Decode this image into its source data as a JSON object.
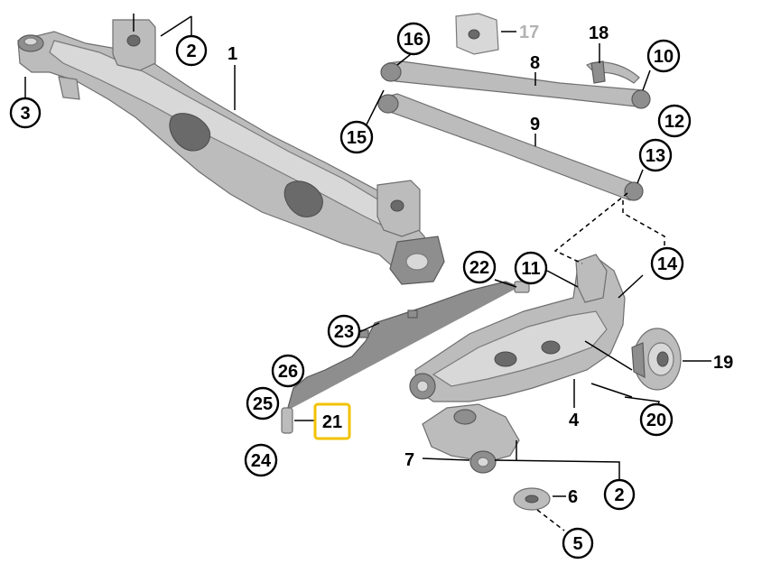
{
  "diagram": {
    "highlight_color": "#f2c200",
    "faded_color": "#b3b3b3",
    "callouts": [
      {
        "id": "c1",
        "label": "1",
        "style": "plain"
      },
      {
        "id": "c2a",
        "label": "2",
        "style": "circle"
      },
      {
        "id": "c2b",
        "label": "2",
        "style": "circle"
      },
      {
        "id": "c3",
        "label": "3",
        "style": "circle"
      },
      {
        "id": "c4",
        "label": "4",
        "style": "plain"
      },
      {
        "id": "c5",
        "label": "5",
        "style": "circle"
      },
      {
        "id": "c6",
        "label": "6",
        "style": "plain"
      },
      {
        "id": "c7",
        "label": "7",
        "style": "plain"
      },
      {
        "id": "c8",
        "label": "8",
        "style": "plain"
      },
      {
        "id": "c9",
        "label": "9",
        "style": "plain"
      },
      {
        "id": "c10",
        "label": "10",
        "style": "circle"
      },
      {
        "id": "c11",
        "label": "11",
        "style": "circle"
      },
      {
        "id": "c12",
        "label": "12",
        "style": "circle"
      },
      {
        "id": "c13",
        "label": "13",
        "style": "circle"
      },
      {
        "id": "c14",
        "label": "14",
        "style": "circle"
      },
      {
        "id": "c15",
        "label": "15",
        "style": "circle"
      },
      {
        "id": "c16",
        "label": "16",
        "style": "circle"
      },
      {
        "id": "c17",
        "label": "17",
        "style": "faded"
      },
      {
        "id": "c18",
        "label": "18",
        "style": "plain"
      },
      {
        "id": "c19",
        "label": "19",
        "style": "plain"
      },
      {
        "id": "c20",
        "label": "20",
        "style": "circle"
      },
      {
        "id": "c21",
        "label": "21",
        "style": "highlight"
      },
      {
        "id": "c22",
        "label": "22",
        "style": "circle"
      },
      {
        "id": "c23",
        "label": "23",
        "style": "circle"
      },
      {
        "id": "c24",
        "label": "24",
        "style": "circle"
      },
      {
        "id": "c25",
        "label": "25",
        "style": "circle"
      },
      {
        "id": "c26",
        "label": "26",
        "style": "circle"
      }
    ]
  }
}
